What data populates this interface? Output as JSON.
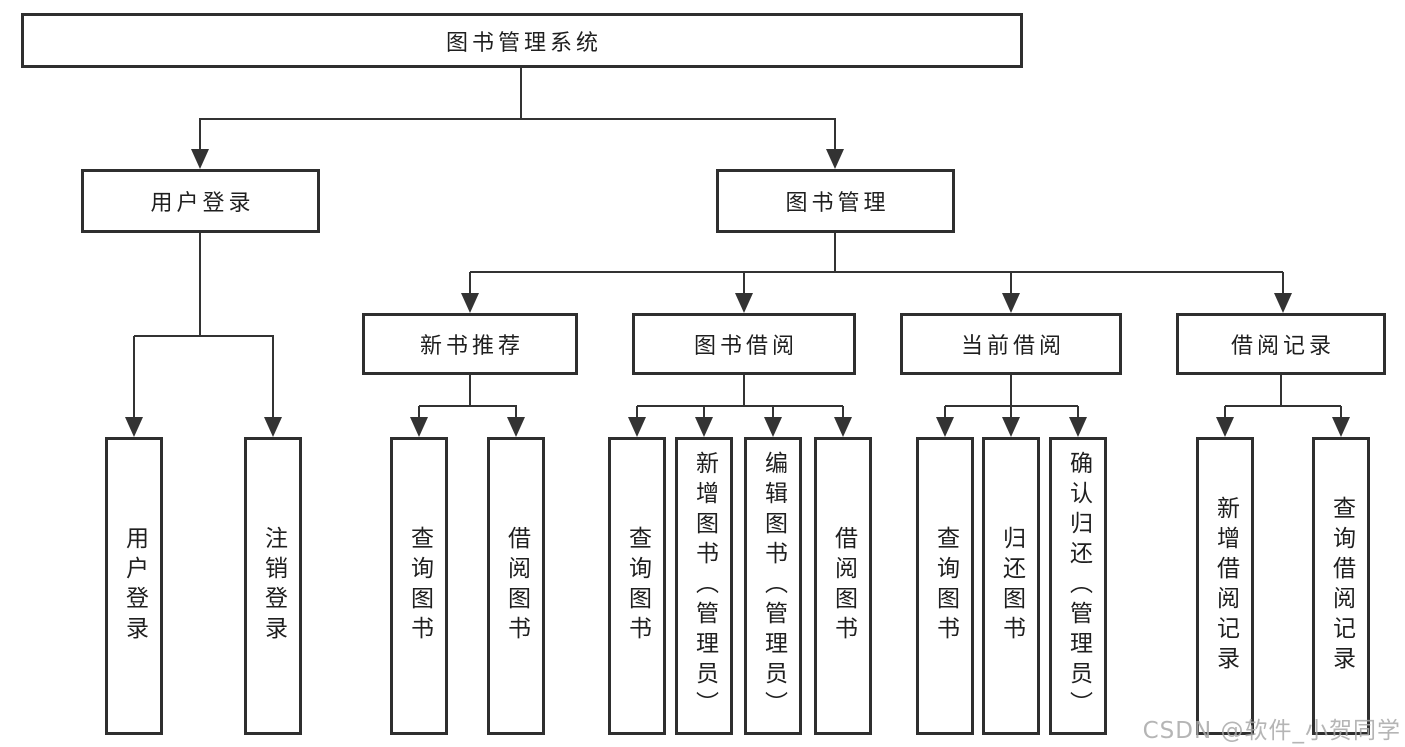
{
  "watermark": "CSDN @软件_小贺同学",
  "colors": {
    "background": "#ffffff",
    "line": "#333333",
    "border": "#2f2f2f",
    "text": "#1f1f1f",
    "watermark": "#a9a9a9"
  },
  "tree": {
    "label": "图书管理系统",
    "children": [
      {
        "label": "用户登录",
        "children": [
          {
            "label": "用户登录"
          },
          {
            "label": "注销登录"
          }
        ]
      },
      {
        "label": "图书管理",
        "children": [
          {
            "label": "新书推荐",
            "children": [
              {
                "label": "查询图书"
              },
              {
                "label": "借阅图书"
              }
            ]
          },
          {
            "label": "图书借阅",
            "children": [
              {
                "label": "查询图书"
              },
              {
                "label": "新增图书（管理员）"
              },
              {
                "label": "编辑图书（管理员）"
              },
              {
                "label": "借阅图书"
              }
            ]
          },
          {
            "label": "当前借阅",
            "children": [
              {
                "label": "查询图书"
              },
              {
                "label": "归还图书"
              },
              {
                "label": "确认归还（管理员）"
              }
            ]
          },
          {
            "label": "借阅记录",
            "children": [
              {
                "label": "新增借阅记录"
              },
              {
                "label": "查询借阅记录"
              }
            ]
          }
        ]
      }
    ]
  }
}
